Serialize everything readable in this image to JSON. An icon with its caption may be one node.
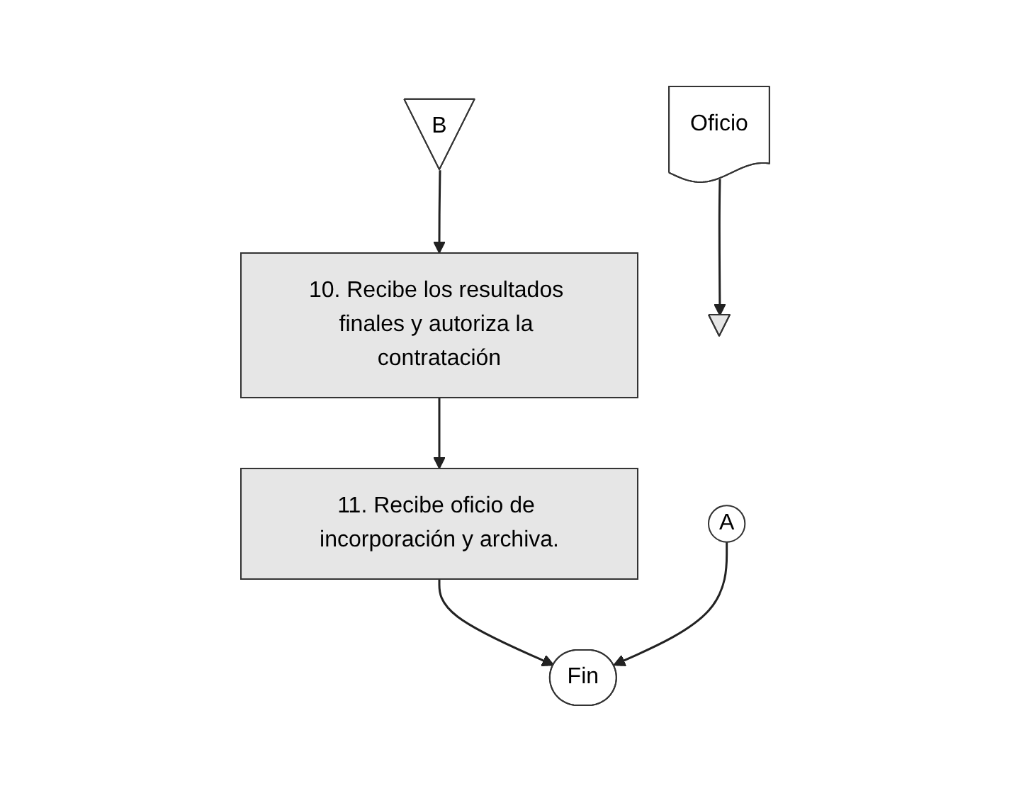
{
  "diagram": {
    "nodes": [
      {
        "text": [
          "B"
        ]
      },
      {
        "text": [
          "10. Recibe los resultados finales y autoriza la contratación"
        ]
      },
      {
        "text": [
          "11. Recibe oficio de incorporación y archiva."
        ]
      },
      {
        "text": [
          "Oficio"
        ]
      },
      {
        "text": [],
        "shape": "triangle"
      },
      {
        "text": [
          "A"
        ]
      },
      {
        "text": [
          "Fin"
        ]
      }
    ],
    "edges": [
      {
        "from": 0,
        "to": 1,
        "arrow": "to"
      },
      {
        "from": 1,
        "to": 2,
        "arrow": "to"
      },
      {
        "from": 3,
        "to": 4,
        "arrow": "to"
      },
      {
        "from": 2,
        "to": 6,
        "arrow": "to"
      },
      {
        "from": 5,
        "to": 6,
        "arrow": "to"
      }
    ]
  }
}
